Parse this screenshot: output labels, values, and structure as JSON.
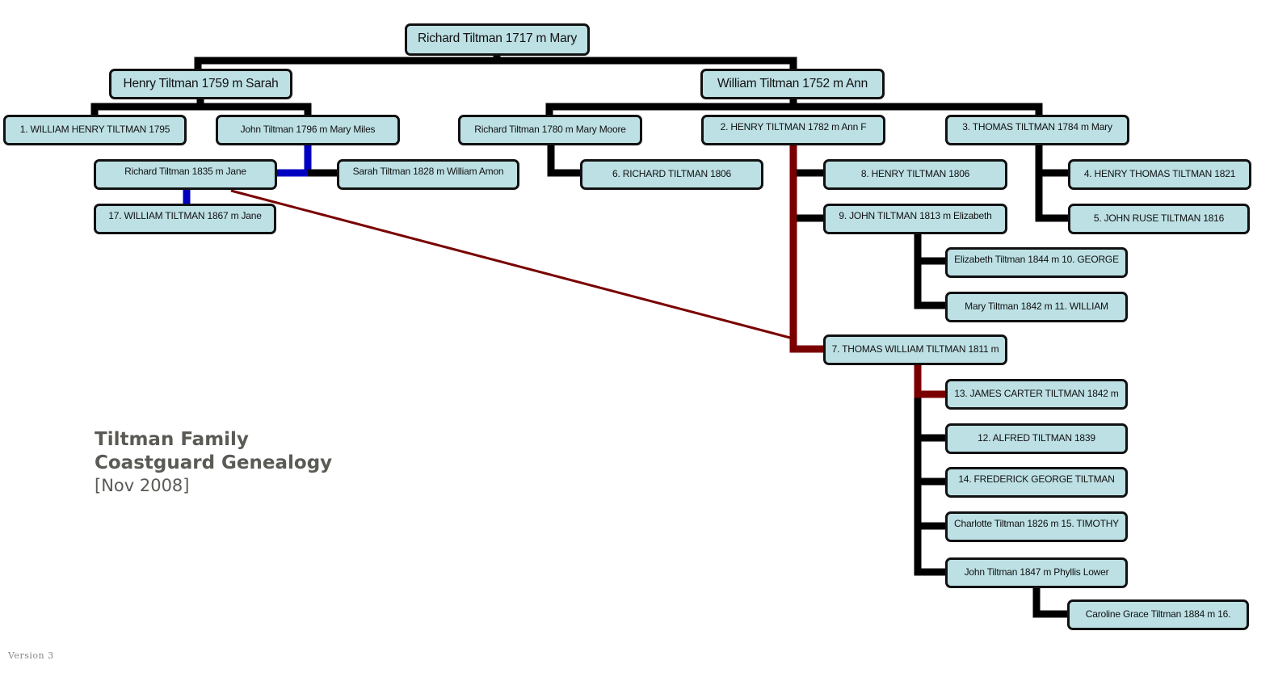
{
  "colors": {
    "node_fill": "#bde0e4",
    "node_border": "#111111",
    "line_default": "#000000",
    "line_highlight_red": "#7a0000",
    "line_highlight_blue": "#0000c0",
    "title_text": "#5b5a55"
  },
  "title": {
    "line1": "Tiltman Family",
    "line2": "Coastguard Genealogy",
    "line3": "[Nov 2008]"
  },
  "version_label": "Version 3",
  "nodes": {
    "root": "Richard Tiltman 1717 m Mary",
    "henry_1759": "Henry Tiltman 1759 m Sarah",
    "william_1752": "William Tiltman 1752 m Ann",
    "william_henry_1795": "1. WILLIAM HENRY TILTMAN 1795",
    "john_1796": "John Tiltman 1796 m Mary Miles",
    "richard_1780": "Richard Tiltman 1780 m Mary Moore",
    "henry_1782": "2. HENRY TILTMAN 1782 m Ann F",
    "thomas_1784": "3. THOMAS TILTMAN 1784 m Mary",
    "richard_1835": "Richard Tiltman 1835 m Jane",
    "sarah_1828": "Sarah Tiltman 1828 m William Amon",
    "william_1867": "17. WILLIAM TILTMAN 1867 m Jane",
    "richard_1806": "6. RICHARD TILTMAN 1806",
    "henry_1806": "8. HENRY TILTMAN 1806",
    "john_1813": "9. JOHN TILTMAN 1813 m Elizabeth",
    "henry_thomas_1821": "4. HENRY THOMAS TILTMAN 1821",
    "john_ruse_1816": "5. JOHN RUSE TILTMAN 1816",
    "elizabeth_1844": "Elizabeth Tiltman 1844 m 10. GEORGE",
    "mary_1842": "Mary Tiltman 1842 m 11. WILLIAM",
    "thomas_william_1811": "7. THOMAS WILLIAM TILTMAN 1811 m",
    "james_carter_1842": "13. JAMES CARTER TILTMAN 1842 m",
    "alfred_1839": "12. ALFRED TILTMAN 1839",
    "frederick_george": "14. FREDERICK GEORGE TILTMAN",
    "charlotte_1826": "Charlotte Tiltman 1826 m 15. TIMOTHY",
    "john_1847": "John Tiltman 1847 m Phyllis Lower",
    "caroline_grace_1884": "Caroline Grace Tiltman 1884 m 16."
  }
}
